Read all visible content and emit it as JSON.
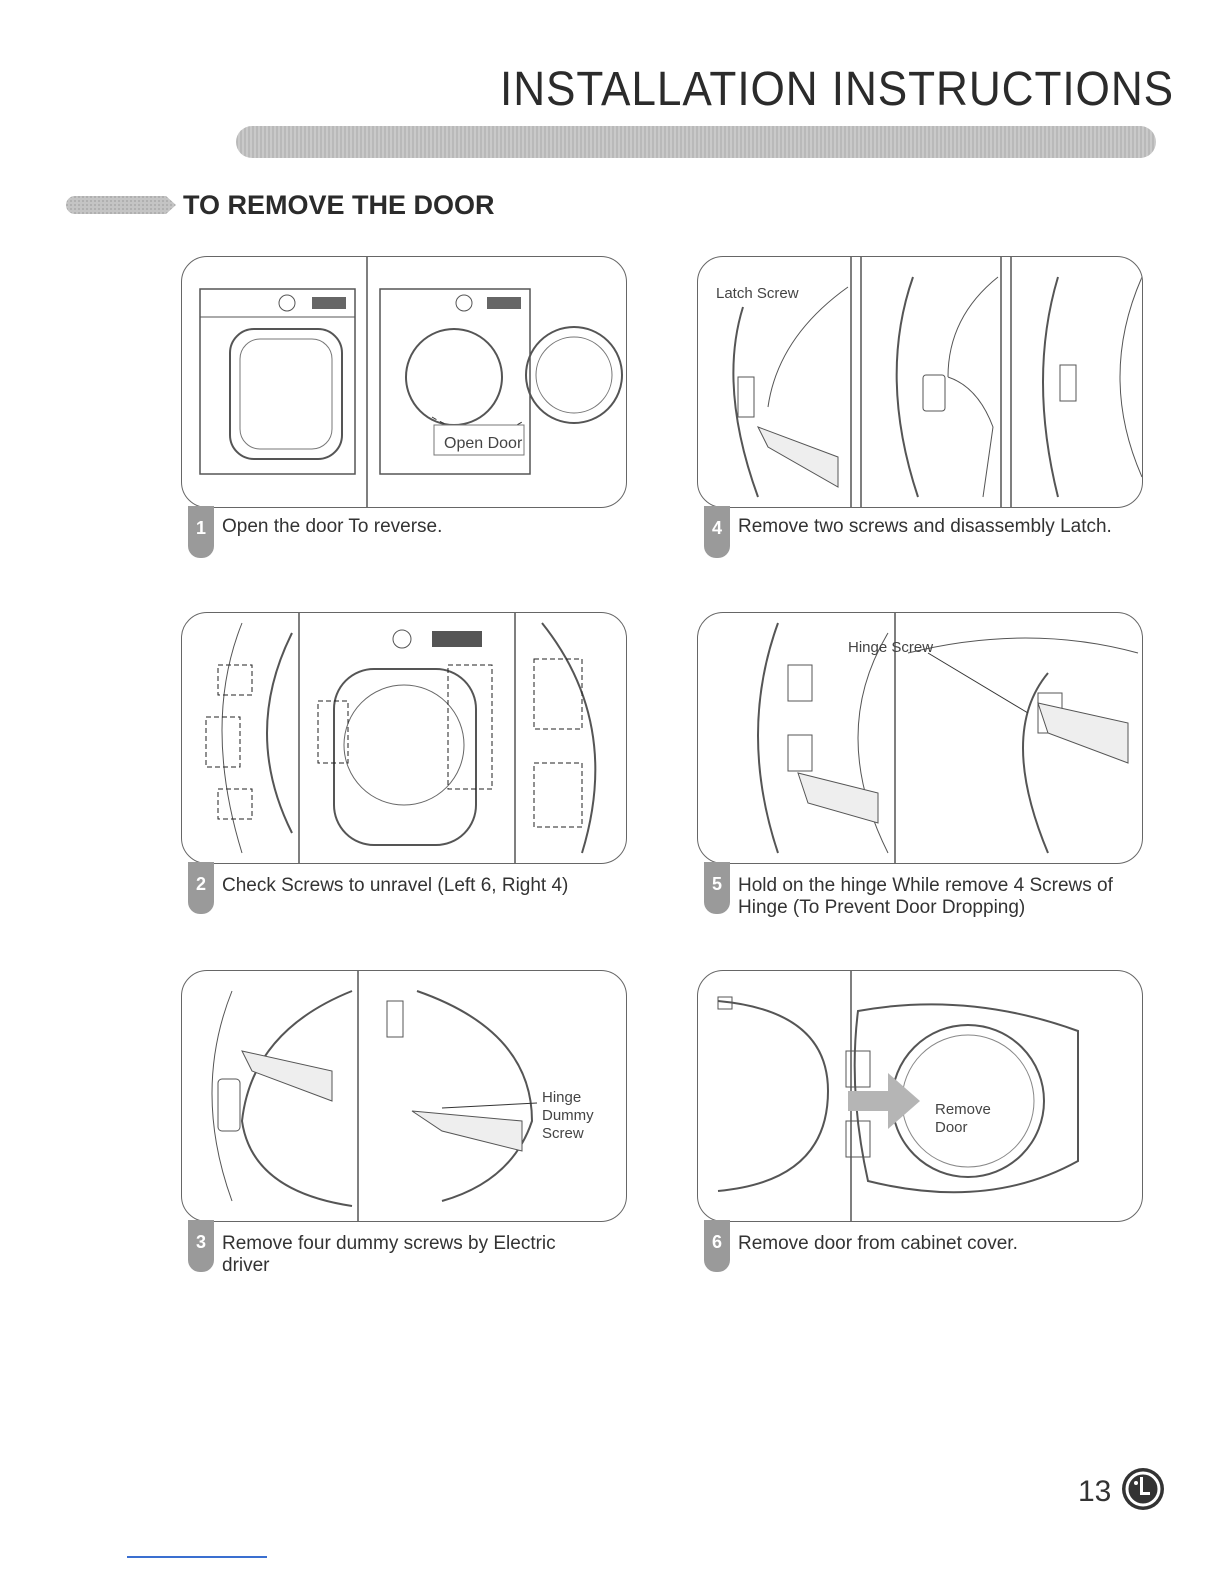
{
  "header": {
    "title": "INSTALLATION INSTRUCTIONS"
  },
  "section": {
    "title": "TO REMOVE THE DOOR"
  },
  "steps": [
    {
      "number": "1",
      "caption": "Open the door To reverse.",
      "labels": [
        "Open Door"
      ]
    },
    {
      "number": "2",
      "caption": "Check Screws to unravel (Left 6, Right 4)",
      "labels": []
    },
    {
      "number": "3",
      "caption": "Remove  four dummy screws by Electric driver",
      "labels": [
        "Hinge",
        "Dummy",
        "Screw"
      ]
    },
    {
      "number": "4",
      "caption": "Remove two screws and disassembly Latch.",
      "labels": [
        "Latch Screw"
      ]
    },
    {
      "number": "5",
      "caption": "Hold on the hinge While remove 4 Screws of Hinge (To Prevent Door Dropping)",
      "labels": [
        "Hinge Screw"
      ]
    },
    {
      "number": "6",
      "caption": "Remove door from cabinet cover.",
      "labels": [
        "Remove",
        "Door"
      ]
    }
  ],
  "footer": {
    "page_number": "13",
    "logo": "lg-logo-icon"
  },
  "colors": {
    "text": "#2b2b2b",
    "bar": "#c2c2c2",
    "badge": "#9a9a9a",
    "frame": "#666666"
  }
}
